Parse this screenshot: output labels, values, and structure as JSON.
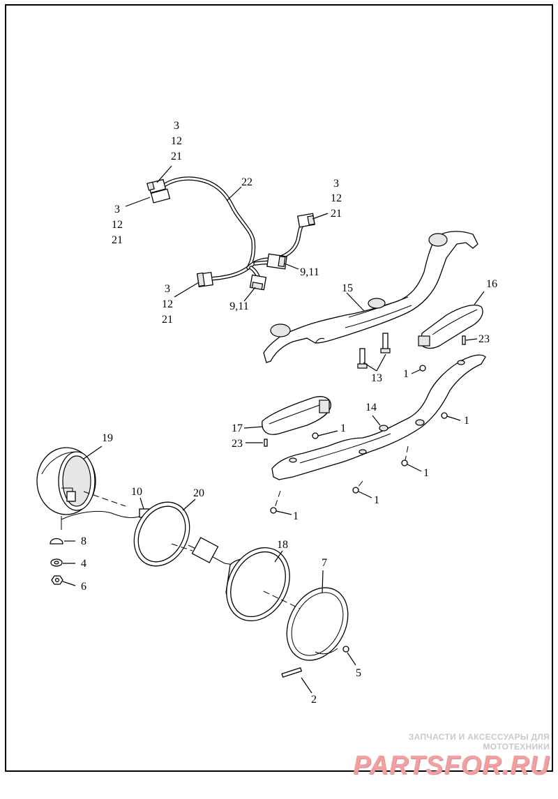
{
  "diagram": {
    "callouts": {
      "c3_top": "3",
      "c12_top": "12",
      "c21_top": "21",
      "c3_left": "3",
      "c12_left": "12",
      "c21_left": "21",
      "c22": "22",
      "c3_right": "3",
      "c12_right": "12",
      "c21_right": "21",
      "c9_11_right": "9,11",
      "c3_low": "3",
      "c12_low": "12",
      "c21_low": "21",
      "c9_11_low": "9,11",
      "c15": "15",
      "c16": "16",
      "c23_upper": "23",
      "c13": "13",
      "c1_a": "1",
      "c14": "14",
      "c17": "17",
      "c1_b": "1",
      "c23_lower": "23",
      "c1_c": "1",
      "c1_d": "1",
      "c1_e": "1",
      "c1_f": "1",
      "c19": "19",
      "c10": "10",
      "c20": "20",
      "c8": "8",
      "c4": "4",
      "c6": "6",
      "c18": "18",
      "c7": "7",
      "c5": "5",
      "c2": "2"
    }
  },
  "watermark": {
    "tagline": "ЗАПЧАСТИ И АКСЕССУАРЫ ДЛЯ МОТОТЕХНИКИ",
    "logo": "PARTSFOR.RU"
  },
  "colors": {
    "line": "#000000",
    "background": "#ffffff",
    "watermark": "#f0a0a0"
  }
}
